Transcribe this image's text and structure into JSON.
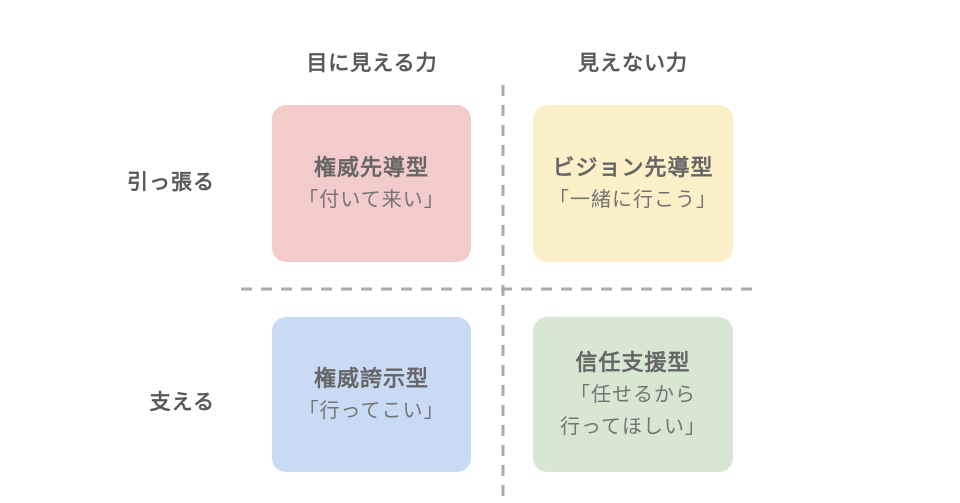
{
  "matrix": {
    "column_headers": [
      {
        "label": "目に見える力"
      },
      {
        "label": "見えない力"
      }
    ],
    "row_labels": [
      {
        "label": "引っ張る"
      },
      {
        "label": "支える"
      }
    ],
    "quadrants": [
      {
        "position": "top-left",
        "title": "権威先導型",
        "quote": "「付いて来い」",
        "bg_color": "#F4CBCB"
      },
      {
        "position": "top-right",
        "title": "ビジョン先導型",
        "quote": "「一緒に行こう」",
        "bg_color": "#FCF0C8"
      },
      {
        "position": "bottom-left",
        "title": "権威誇示型",
        "quote": "「行ってこい」",
        "bg_color": "#C9DBF4"
      },
      {
        "position": "bottom-right",
        "title": "信任支援型",
        "quote": "「任せるから\n行ってほしい」",
        "bg_color": "#D7E7D1"
      }
    ],
    "divider_color": "#ABABAB",
    "background_color": "#FFFFFF"
  }
}
